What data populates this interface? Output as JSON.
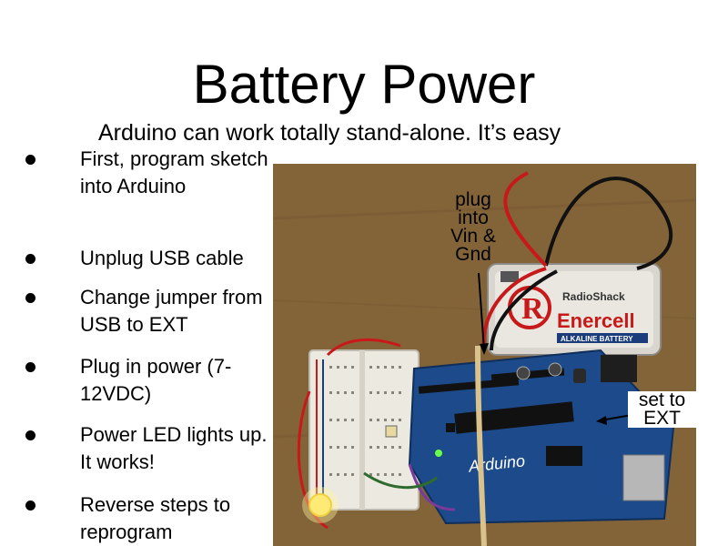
{
  "slide": {
    "title": "Battery Power",
    "subtitle": "Arduino can work totally stand-alone. It’s easy",
    "bullets": [
      "First, program sketch into Arduino",
      "Unplug USB cable",
      "Change jumper from USB to EXT",
      "Plug in power (7-12VDC)",
      "Power LED lights up. It works!",
      "Reverse steps to reprogram"
    ]
  },
  "photo": {
    "battery_brand": "RadioShack",
    "battery_name": "Enercell",
    "battery_type": "ALKALINE BATTERY",
    "board_label": "Arduino"
  },
  "callouts": {
    "plug": [
      "plug",
      "into",
      "Vin &",
      "Gnd"
    ],
    "jumper": [
      "set to",
      "EXT"
    ]
  },
  "colors": {
    "wood": "#8a6a3c",
    "board": "#1c4a8a",
    "breadboard": "#ece9e0",
    "battery": "#d8d6ce",
    "wire_red": "#c8191a"
  }
}
